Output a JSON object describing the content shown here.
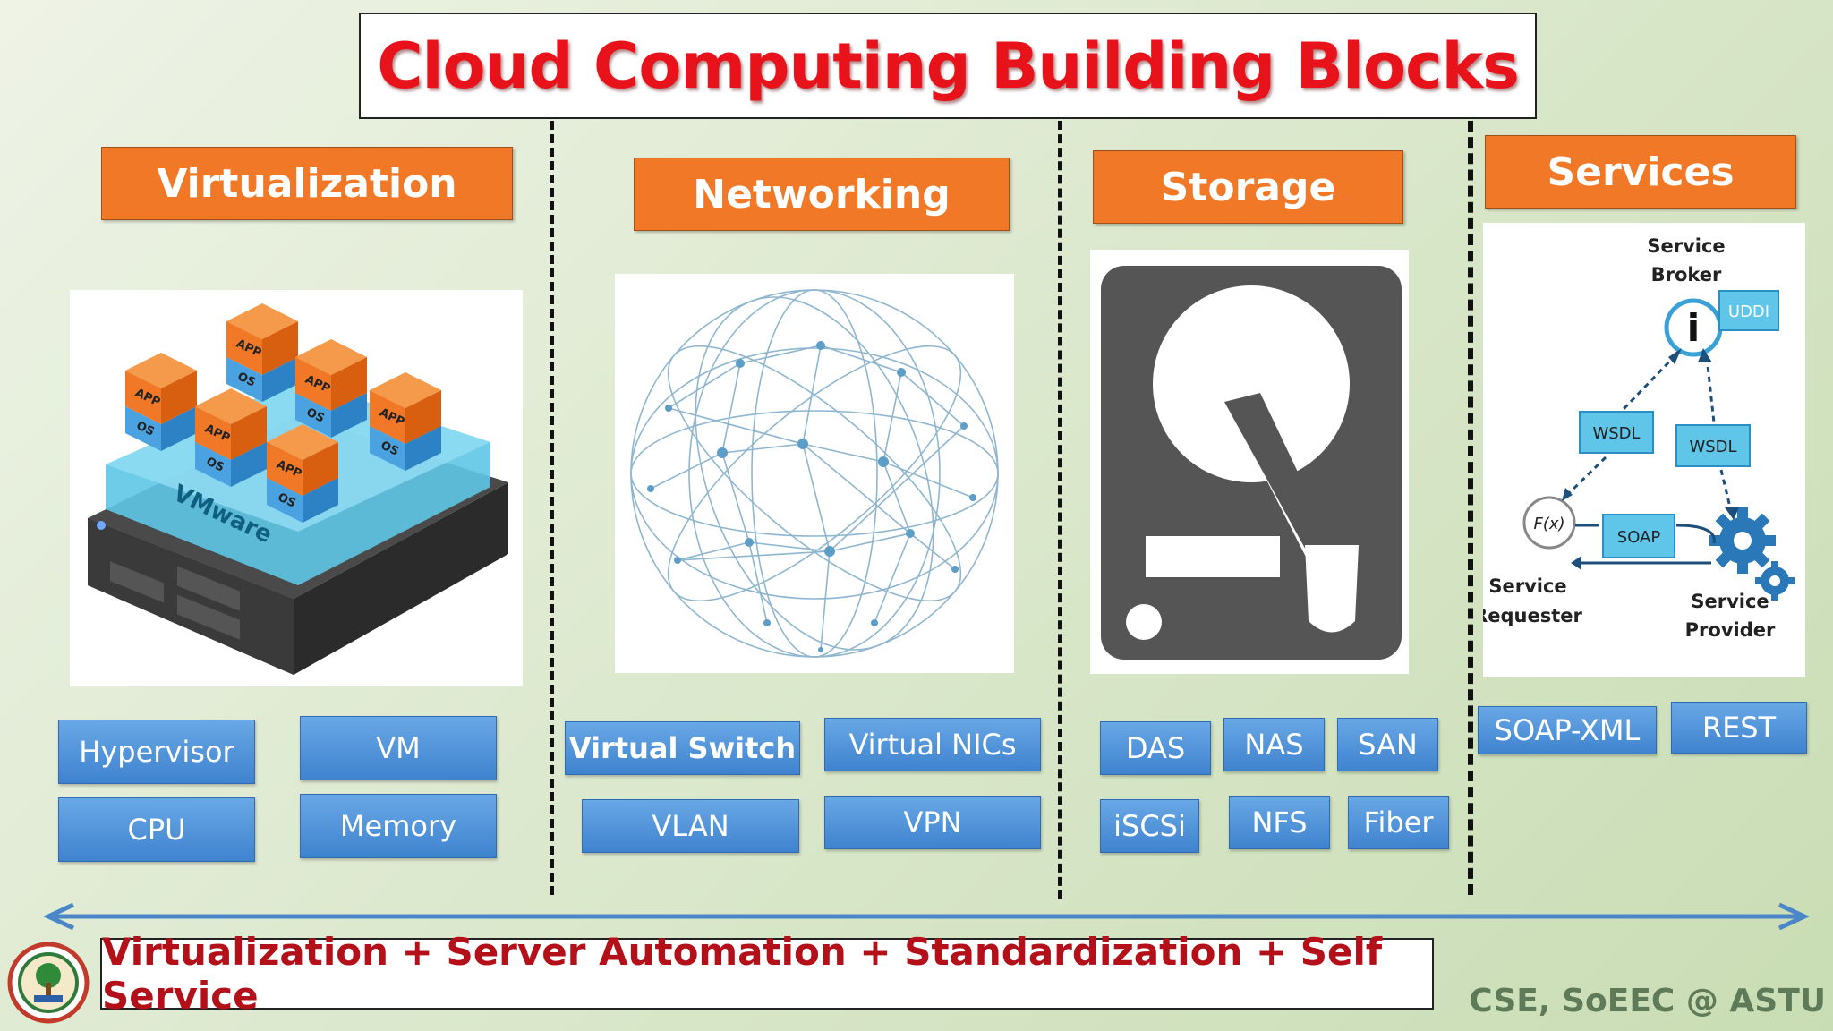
{
  "title": "Cloud Computing Building Blocks",
  "categories": [
    {
      "label": "Virtualization",
      "tags": [
        "Hypervisor",
        "VM",
        "CPU",
        "Memory"
      ]
    },
    {
      "label": "Networking",
      "tags": [
        "Virtual Switch",
        "Virtual NICs",
        "VLAN",
        "VPN"
      ]
    },
    {
      "label": "Storage",
      "tags": [
        "DAS",
        "NAS",
        "SAN",
        "iSCSi",
        "NFS",
        "Fiber"
      ]
    },
    {
      "label": "Services",
      "tags": [
        "SOAP-XML",
        "REST"
      ]
    }
  ],
  "virtualization_image": {
    "box_app": "APP",
    "box_os": "OS",
    "server_label": "VMware"
  },
  "services_diagram": {
    "broker": [
      "Service",
      "Broker"
    ],
    "requester": [
      "Service",
      "Requester"
    ],
    "provider": [
      "Service",
      "Provider"
    ],
    "uddi": "UDDI",
    "wsdl_left": "WSDL",
    "wsdl_right": "WSDL",
    "soap": "SOAP",
    "fx": "F(x)",
    "info": "i"
  },
  "formula": "Virtualization + Server Automation + Standardization + Self Service",
  "footer": "CSE, SoEEC @ ASTU",
  "colors": {
    "title": "#e8121b",
    "category": "#f07826",
    "tag": "#4a8fd8",
    "formula": "#b3101a",
    "arrow": "#4a86c8"
  }
}
